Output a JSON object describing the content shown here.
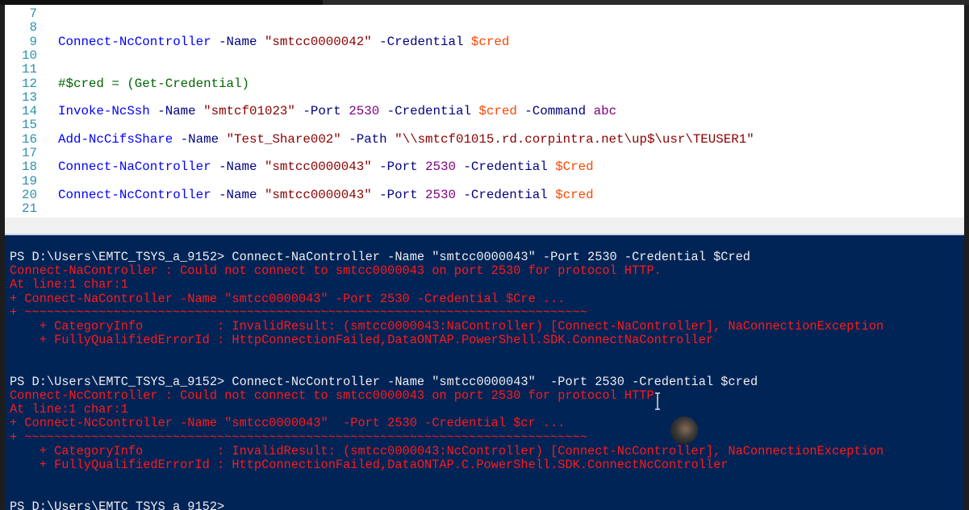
{
  "editor": {
    "lines": [
      {
        "n": "7",
        "tokens": []
      },
      {
        "n": "8",
        "tokens": []
      },
      {
        "n": "9",
        "tokens": [
          {
            "t": "Connect-NcController",
            "c": "cmd"
          },
          {
            "t": " -Name ",
            "c": "par"
          },
          {
            "t": "\"smtcc0000042\"",
            "c": "str"
          },
          {
            "t": " -Credential ",
            "c": "par"
          },
          {
            "t": "$cred",
            "c": "var"
          }
        ]
      },
      {
        "n": "10",
        "tokens": []
      },
      {
        "n": "11",
        "tokens": []
      },
      {
        "n": "12",
        "tokens": [
          {
            "t": "#$cred = (Get-Credential)",
            "c": "cmt"
          }
        ]
      },
      {
        "n": "13",
        "tokens": []
      },
      {
        "n": "14",
        "tokens": [
          {
            "t": "Invoke-NcSsh",
            "c": "cmd"
          },
          {
            "t": " -Name ",
            "c": "par"
          },
          {
            "t": "\"smtcf01023\"",
            "c": "str"
          },
          {
            "t": " -Port ",
            "c": "par"
          },
          {
            "t": "2530",
            "c": "num"
          },
          {
            "t": " -Credential ",
            "c": "par"
          },
          {
            "t": "$cred",
            "c": "var"
          },
          {
            "t": " -Command ",
            "c": "par"
          },
          {
            "t": "abc",
            "c": "num"
          }
        ]
      },
      {
        "n": "15",
        "tokens": []
      },
      {
        "n": "16",
        "tokens": [
          {
            "t": "Add-NcCifsShare",
            "c": "cmd"
          },
          {
            "t": " -Name ",
            "c": "par"
          },
          {
            "t": "\"Test_Share002\"",
            "c": "str"
          },
          {
            "t": " -Path ",
            "c": "par"
          },
          {
            "t": "\"\\\\smtcf01015.rd.corpintra.net\\up$\\usr\\TEUSER1\"",
            "c": "str"
          }
        ]
      },
      {
        "n": "17",
        "tokens": []
      },
      {
        "n": "18",
        "tokens": [
          {
            "t": "Connect-NaController",
            "c": "cmd"
          },
          {
            "t": " -Name ",
            "c": "par"
          },
          {
            "t": "\"smtcc0000043\"",
            "c": "str"
          },
          {
            "t": " -Port ",
            "c": "par"
          },
          {
            "t": "2530",
            "c": "num"
          },
          {
            "t": " -Credential ",
            "c": "par"
          },
          {
            "t": "$Cred",
            "c": "var"
          }
        ]
      },
      {
        "n": "19",
        "tokens": []
      },
      {
        "n": "20",
        "tokens": [
          {
            "t": "Connect-NcController",
            "c": "cmd"
          },
          {
            "t": " -Name ",
            "c": "par"
          },
          {
            "t": "\"smtcc0000043\"",
            "c": "str"
          },
          {
            "t": " -Port ",
            "c": "par"
          },
          {
            "t": "2530",
            "c": "num"
          },
          {
            "t": " -Credential ",
            "c": "par"
          },
          {
            "t": "$cred",
            "c": "var"
          }
        ]
      },
      {
        "n": "21",
        "tokens": []
      }
    ]
  },
  "console": {
    "lines": [
      {
        "text": "PS D:\\Users\\EMTC_TSYS_a_9152> Connect-NaController -Name \"smtcc0000043\" -Port 2530 -Credential $Cred",
        "c": "white"
      },
      {
        "text": "Connect-NaController : Could not connect to smtcc0000043 on port 2530 for protocol HTTP.",
        "c": "red"
      },
      {
        "text": "At line:1 char:1",
        "c": "red"
      },
      {
        "text": "+ Connect-NaController -Name \"smtcc0000043\" -Port 2530 -Credential $Cre ...",
        "c": "red"
      },
      {
        "text": "+ ~~~~~~~~~~~~~~~~~~~~~~~~~~~~~~~~~~~~~~~~~~~~~~~~~~~~~~~~~~~~~~~~~~~~~~~~~~~~",
        "c": "red"
      },
      {
        "text": "    + CategoryInfo          : InvalidResult: (smtcc0000043:NaController) [Connect-NaController], NaConnectionException",
        "c": "red"
      },
      {
        "text": "    + FullyQualifiedErrorId : HttpConnectionFailed,DataONTAP.PowerShell.SDK.ConnectNaController",
        "c": "red"
      },
      {
        "text": "",
        "c": "white"
      },
      {
        "text": "",
        "c": "white"
      },
      {
        "text": "PS D:\\Users\\EMTC_TSYS_a_9152> Connect-NcController -Name \"smtcc0000043\"  -Port 2530 -Credential $cred",
        "c": "white"
      },
      {
        "text": "Connect-NcController : Could not connect to smtcc0000043 on port 2530 for protocol HTTP.",
        "c": "red"
      },
      {
        "text": "At line:1 char:1",
        "c": "red"
      },
      {
        "text": "+ Connect-NcController -Name \"smtcc0000043\"  -Port 2530 -Credential $cr ...",
        "c": "red"
      },
      {
        "text": "+ ~~~~~~~~~~~~~~~~~~~~~~~~~~~~~~~~~~~~~~~~~~~~~~~~~~~~~~~~~~~~~~~~~~~~~~~~~~~~",
        "c": "red"
      },
      {
        "text": "    + CategoryInfo          : InvalidResult: (smtcc0000043:NcController) [Connect-NcController], NaConnectionException",
        "c": "red"
      },
      {
        "text": "    + FullyQualifiedErrorId : HttpConnectionFailed,DataONTAP.C.PowerShell.SDK.ConnectNcController",
        "c": "red"
      },
      {
        "text": "",
        "c": "white"
      },
      {
        "text": "",
        "c": "white"
      },
      {
        "text": "PS D:\\Users\\EMTC_TSYS_a_9152>",
        "c": "white"
      }
    ]
  },
  "colors": {
    "console_bg": "#012456",
    "error": "#ff1a1a",
    "line_number": "#2b91af"
  }
}
